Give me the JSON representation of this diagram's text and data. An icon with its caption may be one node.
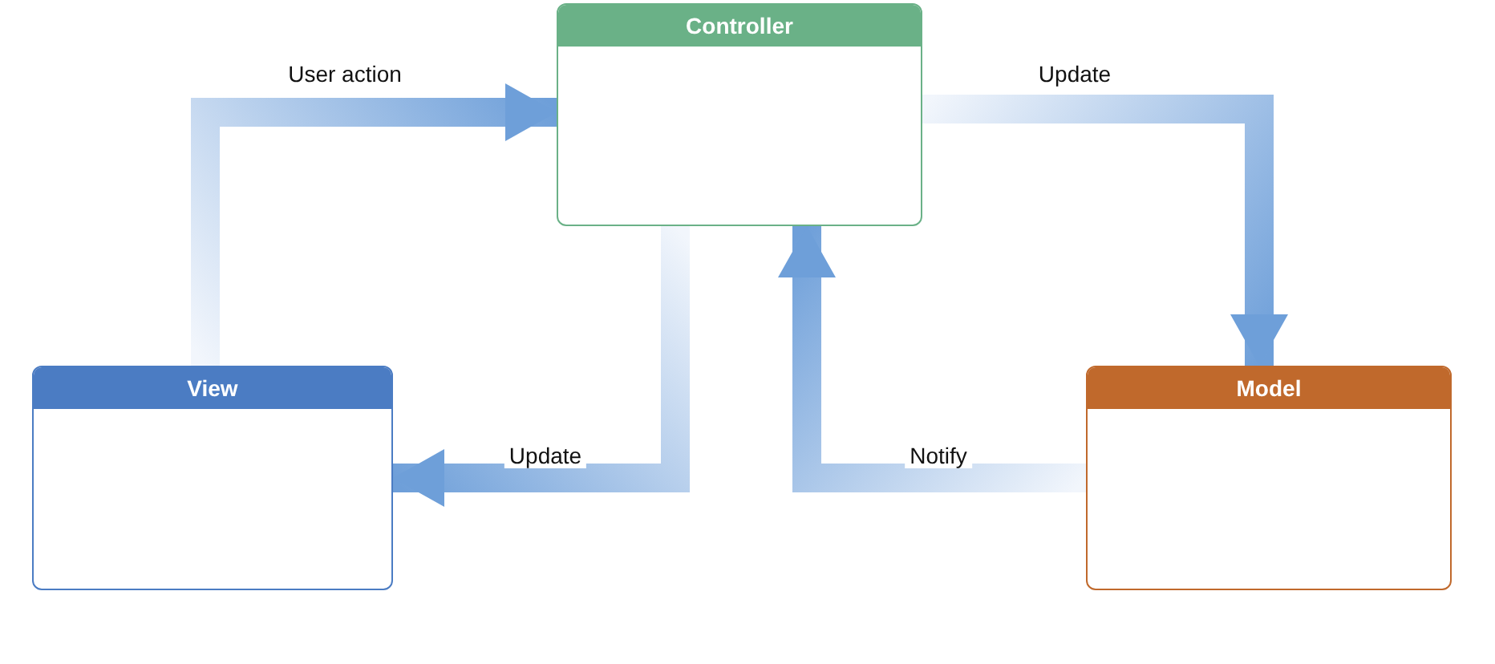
{
  "diagram": {
    "nodes": [
      {
        "text": [
          "Controller"
        ]
      },
      {
        "text": [
          "View"
        ]
      },
      {
        "text": [
          "Model"
        ]
      }
    ],
    "edges": [
      {
        "from": 1,
        "to": 0,
        "arrow": "to",
        "label": "User action"
      },
      {
        "from": 0,
        "to": 2,
        "arrow": "to",
        "label": "Update"
      },
      {
        "from": 0,
        "to": 1,
        "arrow": "to",
        "label": "Update"
      },
      {
        "from": 2,
        "to": 0,
        "arrow": "to",
        "label": "Notify"
      }
    ]
  }
}
